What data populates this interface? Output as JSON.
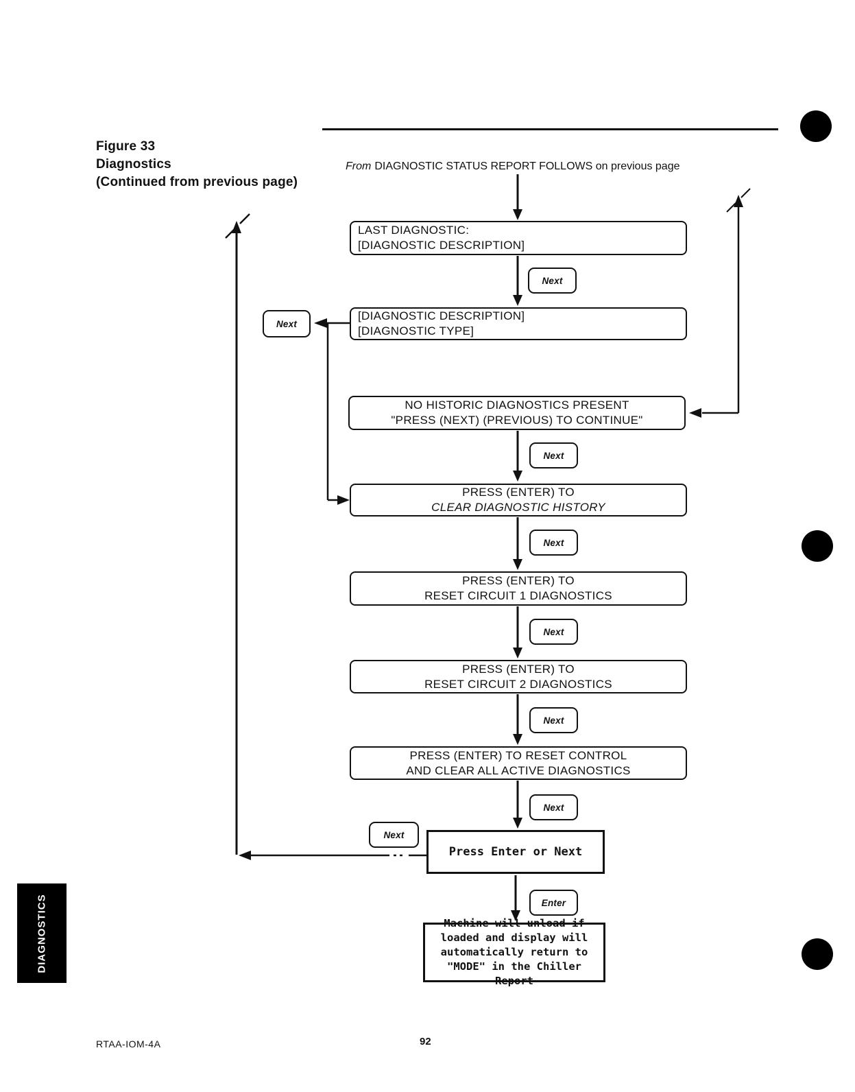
{
  "header": {
    "figure_label": "Figure 33",
    "figure_title": "Diagnostics",
    "figure_subtitle": "(Continued from previous page)",
    "source_prefix": "From",
    "source_text": "DIAGNOSTIC STATUS REPORT FOLLOWS on previous page"
  },
  "flowchart": {
    "next_label": "Next",
    "enter_label": "Enter",
    "boxes": [
      {
        "lines": [
          "LAST DIAGNOSTIC:",
          "[DIAGNOSTIC DESCRIPTION]"
        ]
      },
      {
        "lines": [
          "[DIAGNOSTIC DESCRIPTION]",
          "[DIAGNOSTIC TYPE]"
        ]
      },
      {
        "lines": [
          "NO HISTORIC DIAGNOSTICS PRESENT",
          "\"PRESS (NEXT) (PREVIOUS) TO CONTINUE\""
        ]
      },
      {
        "lines": [
          "PRESS (ENTER) TO",
          "CLEAR DIAGNOSTIC HISTORY"
        ]
      },
      {
        "lines": [
          "PRESS (ENTER) TO",
          "RESET CIRCUIT 1 DIAGNOSTICS"
        ]
      },
      {
        "lines": [
          "PRESS (ENTER) TO",
          "RESET CIRCUIT 2 DIAGNOSTICS"
        ]
      },
      {
        "lines": [
          "PRESS (ENTER) TO RESET CONTROL",
          "AND CLEAR ALL ACTIVE DIAGNOSTICS"
        ]
      },
      {
        "lines": [
          "Press Enter or Next"
        ]
      },
      {
        "lines": [
          "Machine will unload if",
          "loaded and display will",
          "automatically return to",
          "\"MODE\" in the Chiller Report"
        ]
      }
    ]
  },
  "sidebar": {
    "tab_label": "DIAGNOSTICS"
  },
  "footer": {
    "doc_number": "RTAA-IOM-4A",
    "page_number": "92"
  },
  "colors": {
    "ink": "#111111",
    "paper": "#ffffff"
  }
}
